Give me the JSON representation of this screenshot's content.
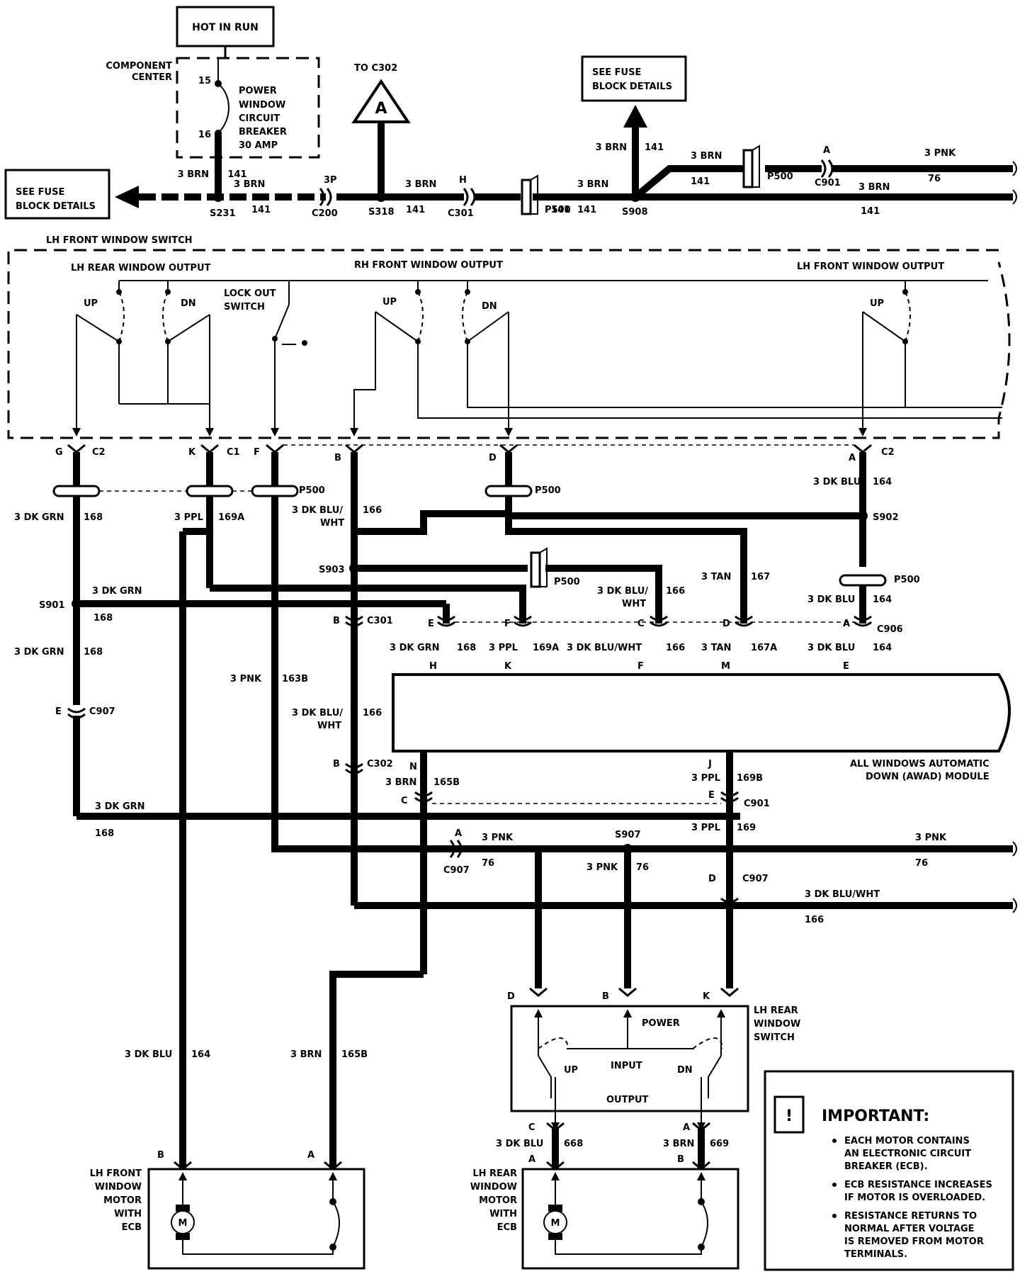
{
  "header": {
    "hot_in_run": "HOT IN RUN",
    "component_center": [
      "COMPONENT",
      "CENTER"
    ],
    "circuit_breaker": [
      "POWER",
      "WINDOW",
      "CIRCUIT",
      "BREAKER",
      "30 AMP"
    ],
    "cb_pin_15": "15",
    "cb_pin_16": "16",
    "to_c302": "TO C302",
    "connector_a": "A",
    "see_fuse_left": [
      "SEE FUSE",
      "BLOCK DETAILS"
    ],
    "see_fuse_top": [
      "SEE FUSE",
      "BLOCK DETAILS"
    ]
  },
  "top_bus": {
    "w1": "3 BRN",
    "n1": "141",
    "w2": "3 BRN",
    "n2": "141",
    "w3": "3 BRN",
    "n3": "141",
    "w4": "3 BRN",
    "n4": "141",
    "w5": "3 BRN",
    "n5": "141",
    "w6": "3 BRN",
    "n6": "141",
    "w7": "3 BRN",
    "n7": "141",
    "w8": "3 PNK",
    "n8": "76",
    "p3p": "3P",
    "ph": "H",
    "pa": "A",
    "s231": "S231",
    "c200": "C200",
    "s318": "S318",
    "c301": "C301",
    "p500a": "P500",
    "s908": "S908",
    "p500b": "P500",
    "c901": "C901"
  },
  "lh_switch": {
    "title": "LH FRONT WINDOW SWITCH",
    "rear_output": "LH REAR WINDOW OUTPUT",
    "rh_output": "RH FRONT WINDOW OUTPUT",
    "lh_output": "LH FRONT WINDOW OUTPUT",
    "up": "UP",
    "dn": "DN",
    "lockout": [
      "LOCK OUT",
      "SWITCH"
    ]
  },
  "connectors": {
    "g": "G",
    "c2a": "C2",
    "k": "K",
    "c1": "C1",
    "f": "F",
    "b": "B",
    "d": "D",
    "a": "A",
    "c2b": "C2",
    "p500_1": "P500",
    "p500_2": "P500",
    "p500_3": "P500",
    "p500_4": "P500",
    "s902": "S902",
    "s903": "S903",
    "s901": "S901",
    "c301": "C301",
    "c302": "C302",
    "c907a": "C907",
    "c907b": "C907",
    "c907c": "C907",
    "c906": "C906",
    "c901": "C901",
    "pin_b1": "B",
    "pin_b2": "B",
    "pin_e1": "E",
    "pin_n": "N",
    "pin_c1": "C",
    "pin_a1": "A",
    "pin_e2": "E",
    "pin_f2": "F",
    "pin_c2": "C",
    "pin_d2": "D",
    "pin_a2": "A",
    "pin_h": "H",
    "pin_k": "K",
    "pin_f3": "F",
    "pin_m": "M",
    "pin_e3": "E",
    "pin_j": "J",
    "pin_e4": "E",
    "pin_d4": "D",
    "s907": "S907"
  },
  "wires": {
    "dkgrn_168a": "3 DK GRN",
    "n168a": "168",
    "ppl_169a": "3 PPL",
    "n169a": "169A",
    "dkbluwht_a": [
      "3 DK BLU/",
      "WHT"
    ],
    "n166a": "166",
    "dkblu_164a": "3 DK BLU",
    "n164a": "164",
    "dkgrn_168b": "3 DK GRN",
    "n168b": "168",
    "dkgrn_168c": "3 DK GRN",
    "n168c": "168",
    "dkbluwht_b": [
      "3 DK BLU/",
      "WHT"
    ],
    "n166b": "166",
    "tan_167": "3 TAN",
    "n167": "167",
    "dkblu_164b": "3 DK BLU",
    "n164b": "164",
    "m_dkgrn": "3 DK GRN",
    "m_168": "168",
    "m_ppl": "3 PPL",
    "m_169a": "169A",
    "m_dkbluwht": "3 DK BLU/WHT",
    "m_166": "166",
    "m_tan": "3 TAN",
    "m_167a": "167A",
    "m_dkblu": "3 DK BLU",
    "m_164": "164",
    "pnk_163b": "3 PNK",
    "n163b": "163B",
    "dkbluwht_c": [
      "3 DK BLU/",
      "WHT"
    ],
    "n166c": "166",
    "brn_165b": "3 BRN",
    "n165b": "165B",
    "ppl_169b": "3 PPL",
    "n169b": "169B",
    "dkgrn_168d": "3 DK GRN",
    "n168d": "168",
    "ppl_169": "3 PPL",
    "n169": "169",
    "pnk_76a": "3 PNK",
    "n76a": "76",
    "pnk_76b": "3 PNK",
    "n76b": "76",
    "pnk_76c": "3 PNK",
    "n76c": "76",
    "dkbluwht_d": "3 DK BLU/WHT",
    "n166d": "166",
    "dkblu_164c": "3 DK BLU",
    "n164c": "164",
    "brn_165c": "3 BRN",
    "n165c": "165B",
    "dkblu_668": "3 DK BLU",
    "n668": "668",
    "brn_669": "3 BRN",
    "n669": "669"
  },
  "awad": [
    "ALL WINDOWS AUTOMATIC",
    "DOWN (AWAD) MODULE"
  ],
  "rear_switch": {
    "title": [
      "LH REAR",
      "WINDOW",
      "SWITCH"
    ],
    "power": "POWER",
    "input": "INPUT",
    "output": "OUTPUT",
    "up": "UP",
    "dn": "DN",
    "pin_d": "D",
    "pin_b": "B",
    "pin_k": "K",
    "pin_c": "C",
    "pin_a": "A"
  },
  "front_motor": {
    "title": [
      "LH FRONT",
      "WINDOW",
      "MOTOR",
      "WITH",
      "ECB"
    ],
    "pin_b": "B",
    "pin_a": "A",
    "m": "M"
  },
  "rear_motor": {
    "title": [
      "LH REAR",
      "WINDOW",
      "MOTOR",
      "WITH",
      "ECB"
    ],
    "pin_a": "A",
    "pin_b": "B",
    "m": "M"
  },
  "important": {
    "heading": "IMPORTANT:",
    "icon": "!",
    "bullet1": [
      "EACH MOTOR CONTAINS",
      "AN ELECTRONIC CIRCUIT",
      "BREAKER (ECB)."
    ],
    "bullet2": [
      "ECB RESISTANCE INCREASES",
      "IF MOTOR IS OVERLOADED."
    ],
    "bullet3": [
      "RESISTANCE RETURNS TO",
      "NORMAL AFTER VOLTAGE",
      "IS REMOVED FROM MOTOR",
      "TERMINALS."
    ]
  }
}
